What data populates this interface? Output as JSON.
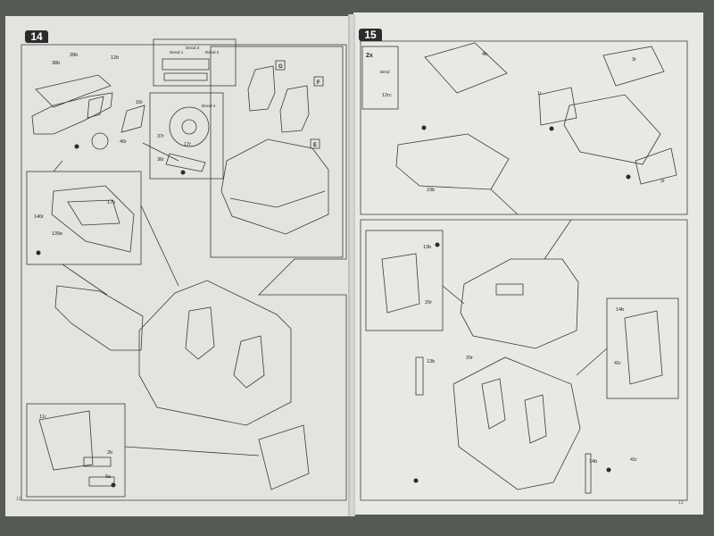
{
  "instructions": {
    "left_page": {
      "step_number": "14",
      "page_number": "12",
      "part_labels": [
        "38b",
        "39b",
        "12b",
        "16r",
        "37r",
        "17r",
        "36r",
        "40r",
        "17b",
        "140r",
        "139e",
        "11r",
        "2b",
        "9a"
      ],
      "decal_labels": [
        "Decal 1",
        "Decal 3",
        "Decal 2",
        "Decal 4"
      ],
      "subassembly_tags": [
        "G",
        "F",
        "E"
      ]
    },
    "right_page": {
      "step_number": "15",
      "page_number": "13",
      "quantity_note": "2x",
      "bend_note": "Bend",
      "part_labels": [
        "4b",
        "3r",
        "12rc",
        "1r",
        "23b",
        "2r",
        "13b",
        "20r",
        "14b",
        "41r",
        "13b",
        "20r",
        "14b",
        "41r"
      ]
    }
  },
  "colors": {
    "page": "#e7e8e4",
    "line": "#3a3a3a",
    "badge": "#2b2b2b",
    "background": "#565a55"
  }
}
